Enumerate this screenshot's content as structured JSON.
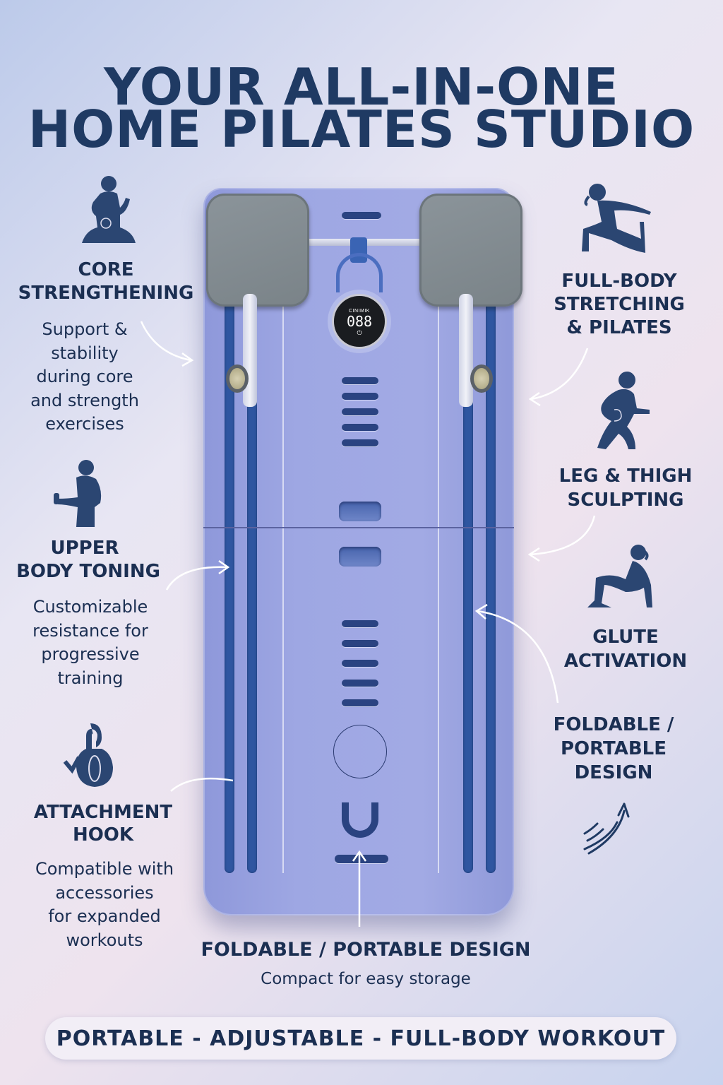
{
  "header": {
    "title_line1": "YOUR ALL-IN-ONE",
    "title_line2": "HOME PILATES STUDIO"
  },
  "device": {
    "display_brand": "CINIMIK",
    "display_value": "088"
  },
  "features_left": [
    {
      "icon": "kneeling-figure-core-icon",
      "title_line1": "CORE",
      "title_line2": "STRENGTHENING",
      "desc": [
        "Support &",
        "stability",
        "during core",
        "and strength",
        "exercises"
      ]
    },
    {
      "icon": "upper-body-figure-icon",
      "title_line1": "UPPER",
      "title_line2": "BODY TONING",
      "desc": [
        "Customizable",
        "resistance for",
        "progressive",
        "training"
      ]
    },
    {
      "icon": "attachment-hook-icon",
      "title_line1": "ATTACHMENT",
      "title_line2": "HOOK",
      "desc": [
        "Compatible with",
        "accessories",
        "for expanded",
        "workouts"
      ]
    }
  ],
  "features_right": [
    {
      "icon": "stretching-figure-icon",
      "title_lines": [
        "FULL-BODY",
        "STRETCHING",
        "& PILATES"
      ]
    },
    {
      "icon": "lunge-figure-icon",
      "title_lines": [
        "LEG & THIGH",
        "SCULPTING"
      ]
    },
    {
      "icon": "bridge-figure-icon",
      "title_lines": [
        "GLUTE",
        "ACTIVATION"
      ]
    },
    {
      "icon": "motion-arrow-icon",
      "title_lines": [
        "FOLDABLE /",
        "PORTABLE",
        "DESIGN"
      ]
    }
  ],
  "bottom_feature": {
    "title": "FOLDABLE / PORTABLE DESIGN",
    "desc": "Compact for easy storage"
  },
  "footer": {
    "tagline": "PORTABLE - ADJUSTABLE - FULL-BODY WORKOUT"
  },
  "colors": {
    "navy_text": "#1f3a63",
    "board": "#a2aae4",
    "rail": "#2f56a0",
    "pad": "#7f888d"
  }
}
